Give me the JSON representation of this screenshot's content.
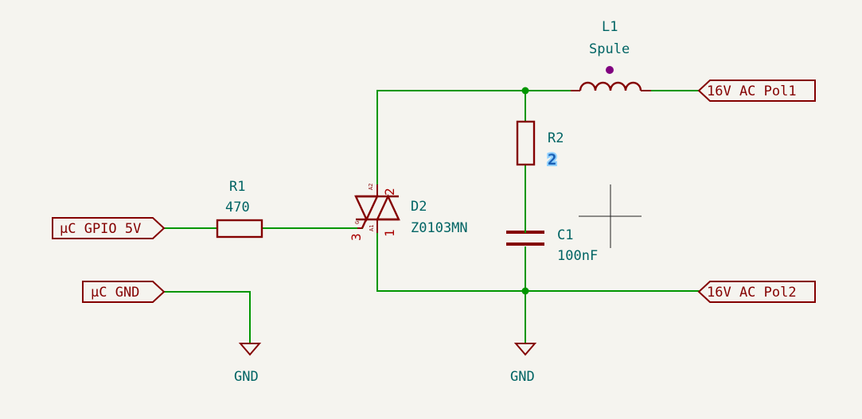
{
  "ports": {
    "gpio": "µC GPIO 5V",
    "ugnd": "µC GND",
    "pol1": "16V AC Pol1",
    "pol2": "16V AC Pol2"
  },
  "r1": {
    "ref": "R1",
    "value": "470"
  },
  "r2": {
    "ref": "R2",
    "value": "2"
  },
  "c1": {
    "ref": "C1",
    "value": "100nF"
  },
  "l1": {
    "ref": "L1",
    "value": "Spule"
  },
  "d2": {
    "ref": "D2",
    "value": "Z0103MN",
    "pins": {
      "a2": "2",
      "a1": "1",
      "g": "3"
    },
    "pin_names": {
      "a2": "A2",
      "a1": "A1",
      "g": "G"
    }
  },
  "gnd": {
    "left": "GND",
    "right": "GND"
  },
  "colors": {
    "wire": "#009600",
    "symbol": "#840000",
    "text": "#006464",
    "background": "#f5f4ef"
  }
}
